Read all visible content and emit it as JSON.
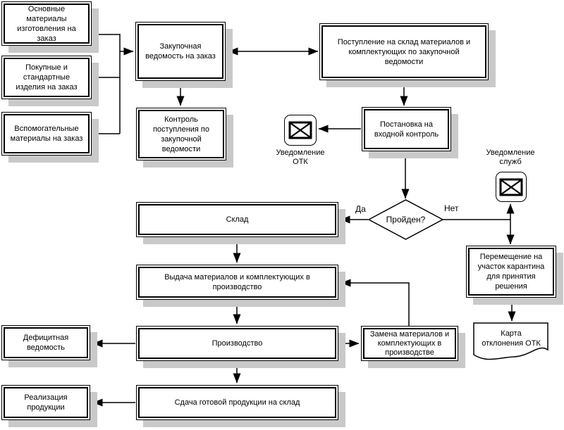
{
  "diagram": {
    "colors": {
      "background": "#ffffff",
      "stroke": "#000000",
      "shadow": "#c9c9c9",
      "text": "#000000"
    },
    "nodes": {
      "main_materials": "Основные\nматериалы\nизготовления на\nзаказ",
      "purchased": "Покупные и\nстандартные\nизделия на заказ",
      "auxiliary": "Вспомогательные\nматериалы на заказ",
      "procurement_sheet": "Закупочная\nведомость на заказ",
      "receipt_control": "Контроль\nпоступления по\nзакупочной\nведомости",
      "warehouse_receipt": "Поступление на склад  материалов и\nкомплектующих по закупочной\nведомости",
      "incoming_inspection": "Постановка на\nвходной контроль",
      "warehouse": "Склад",
      "issue_to_production": "Выдача материалов и комплектующих в\nпроизводство",
      "production": "Производство",
      "finished_goods": "Сдача готовой продукции на склад",
      "deficit_sheet": "Дефицитная\nведомость",
      "sales": "Реализация\nпродукции",
      "replacement": "Замена материалов и\nкомплектующих в\nпроизводстве",
      "quarantine": "Перемещение на\nучасток карантина\nдля принятия\nрешения",
      "deviation_card": "Карта\nотклонения ОТК"
    },
    "decision": {
      "label": "Пройден?",
      "yes": "Да",
      "no": "Нет"
    },
    "notifications": {
      "otk": {
        "label": "Уведомление\nОТК",
        "icon": "envelope-icon"
      },
      "services": {
        "label": "Уведомление\nслужб",
        "icon": "envelope-icon"
      }
    }
  }
}
